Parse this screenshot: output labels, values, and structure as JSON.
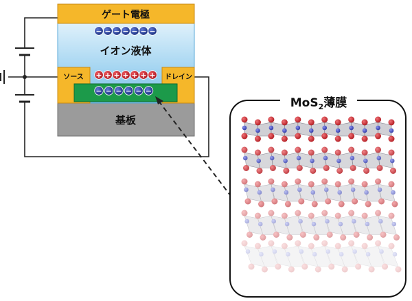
{
  "device": {
    "gate_label": "ゲート電極",
    "liquid_label": "イオン液体",
    "source_label": "ソース",
    "drain_label": "ドレイン",
    "substrate_label": "基板",
    "top_charge_count": 7,
    "middle_positive_count": 7,
    "bottom_negative_count": 6,
    "negative_symbol": "−",
    "positive_symbol": "+"
  },
  "inset": {
    "title_prefix": "MoS",
    "title_subscript": "2",
    "title_suffix": "薄膜",
    "layer_count": 5
  },
  "colors": {
    "gate": "#f5b72a",
    "gate_border": "#c98a10",
    "liquid_top": "#cfe9f7",
    "liquid_bottom": "#7bc3ea",
    "film": "#1c9a4a",
    "substrate": "#9b9b9b",
    "negative_ion": "#1f3b8f",
    "positive_ion": "#c8202a",
    "mo_atom": "#4a55c8",
    "s_atom": "#d2242a",
    "wire": "#222222"
  }
}
